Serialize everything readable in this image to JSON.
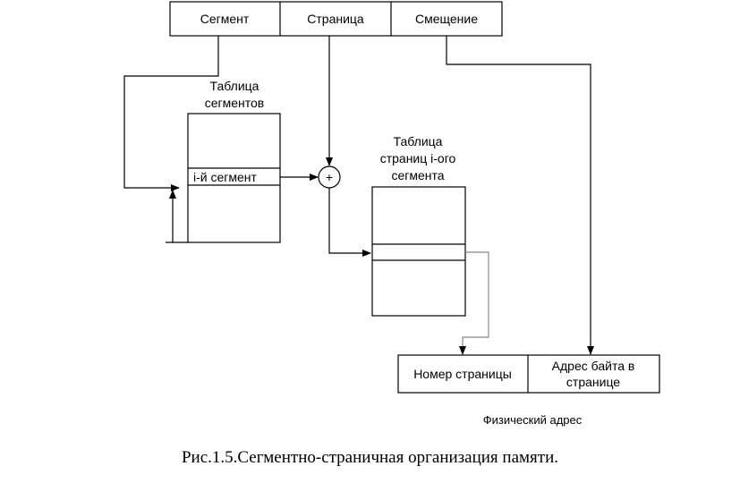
{
  "address": {
    "segment": "Сегмент",
    "page": "Страница",
    "offset": "Смещение"
  },
  "segment_table": {
    "title_line1": "Таблица",
    "title_line2": "сегментов",
    "entry": "i-й сегмент"
  },
  "adder": {
    "symbol": "+"
  },
  "page_table": {
    "title_line1": "Таблица",
    "title_line2": "страниц i-ого",
    "title_line3": "сегмента"
  },
  "physical_address": {
    "page_number": "Номер страницы",
    "byte_address_line1": "Адрес байта в",
    "byte_address_line2": "странице",
    "label": "Физический адрес"
  },
  "caption": "Рис.1.5.Сегментно-страничная организация памяти."
}
